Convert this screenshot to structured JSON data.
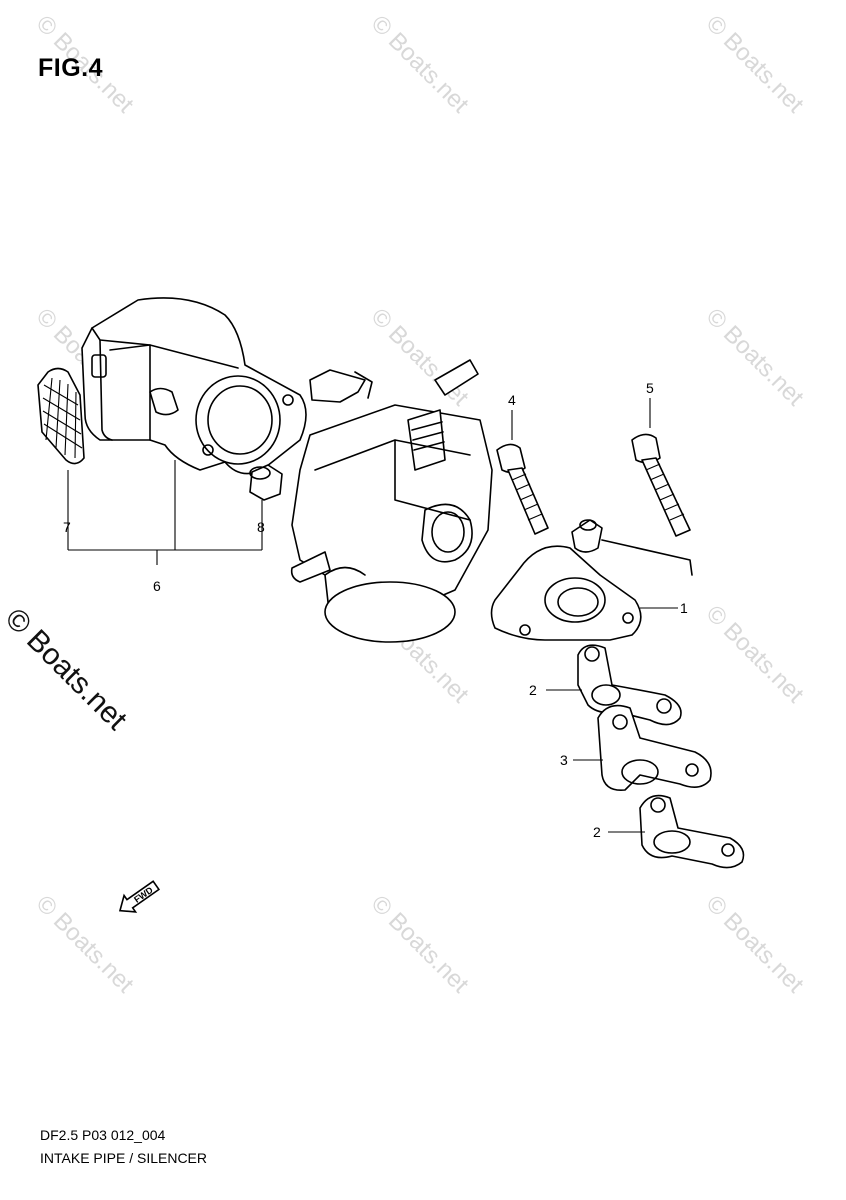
{
  "figure": {
    "title": "FIG.4"
  },
  "watermark": {
    "tile_text": "© Boats.net",
    "side_text": "© Boats.net"
  },
  "callouts": [
    "1",
    "2",
    "3",
    "4",
    "5",
    "6",
    "7",
    "8",
    "2"
  ],
  "fwd_badge": {
    "text": "FWD"
  },
  "footer": {
    "code": "DF2.5 P03 012_004",
    "title": "INTAKE PIPE / SILENCER"
  }
}
